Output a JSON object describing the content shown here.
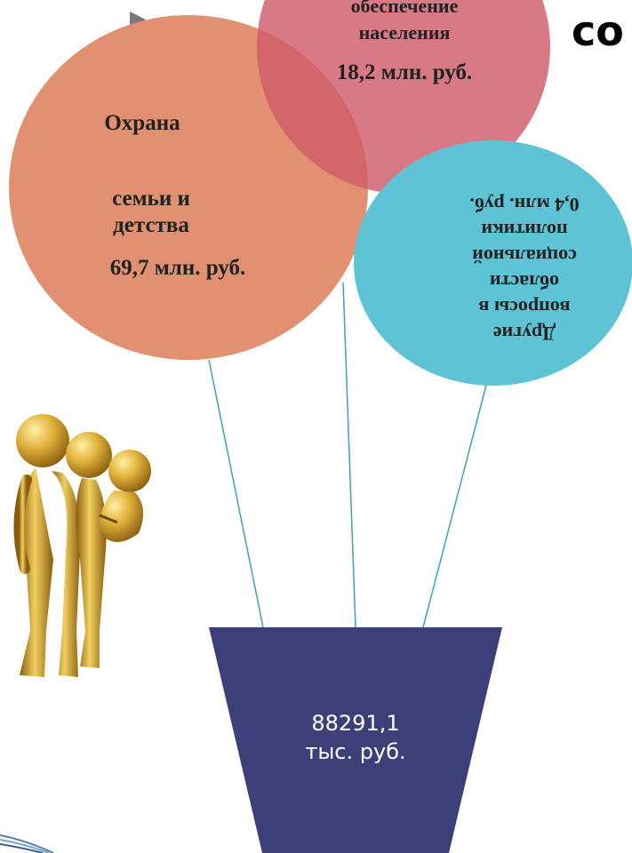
{
  "slide": {
    "title_fragment": "со"
  },
  "circles": {
    "social_security": {
      "label_line1": "обеспечение",
      "label_line2": "населения",
      "amount": "18,2 млн. руб.",
      "color": "#cf5d6a"
    },
    "family_protection": {
      "label_line1": "Охрана",
      "label_line2": "семьи и",
      "label_line3": "детства",
      "amount": "69,7 млн. руб.",
      "color": "#e08d6c"
    },
    "other_questions": {
      "label_line1": "Другие",
      "label_line2": "вопросы в",
      "label_line3": "области",
      "label_line4": "социальной",
      "label_line5": "политики",
      "amount": "0,4 млн. руб.",
      "color": "#5fc3d6"
    }
  },
  "basket": {
    "total_line1": "88291,1",
    "total_line2": "тыс. руб.",
    "color": "#3d3f78"
  },
  "icons": {
    "bullet": "triangle-bullet-icon",
    "figure": "golden-family-figure"
  }
}
